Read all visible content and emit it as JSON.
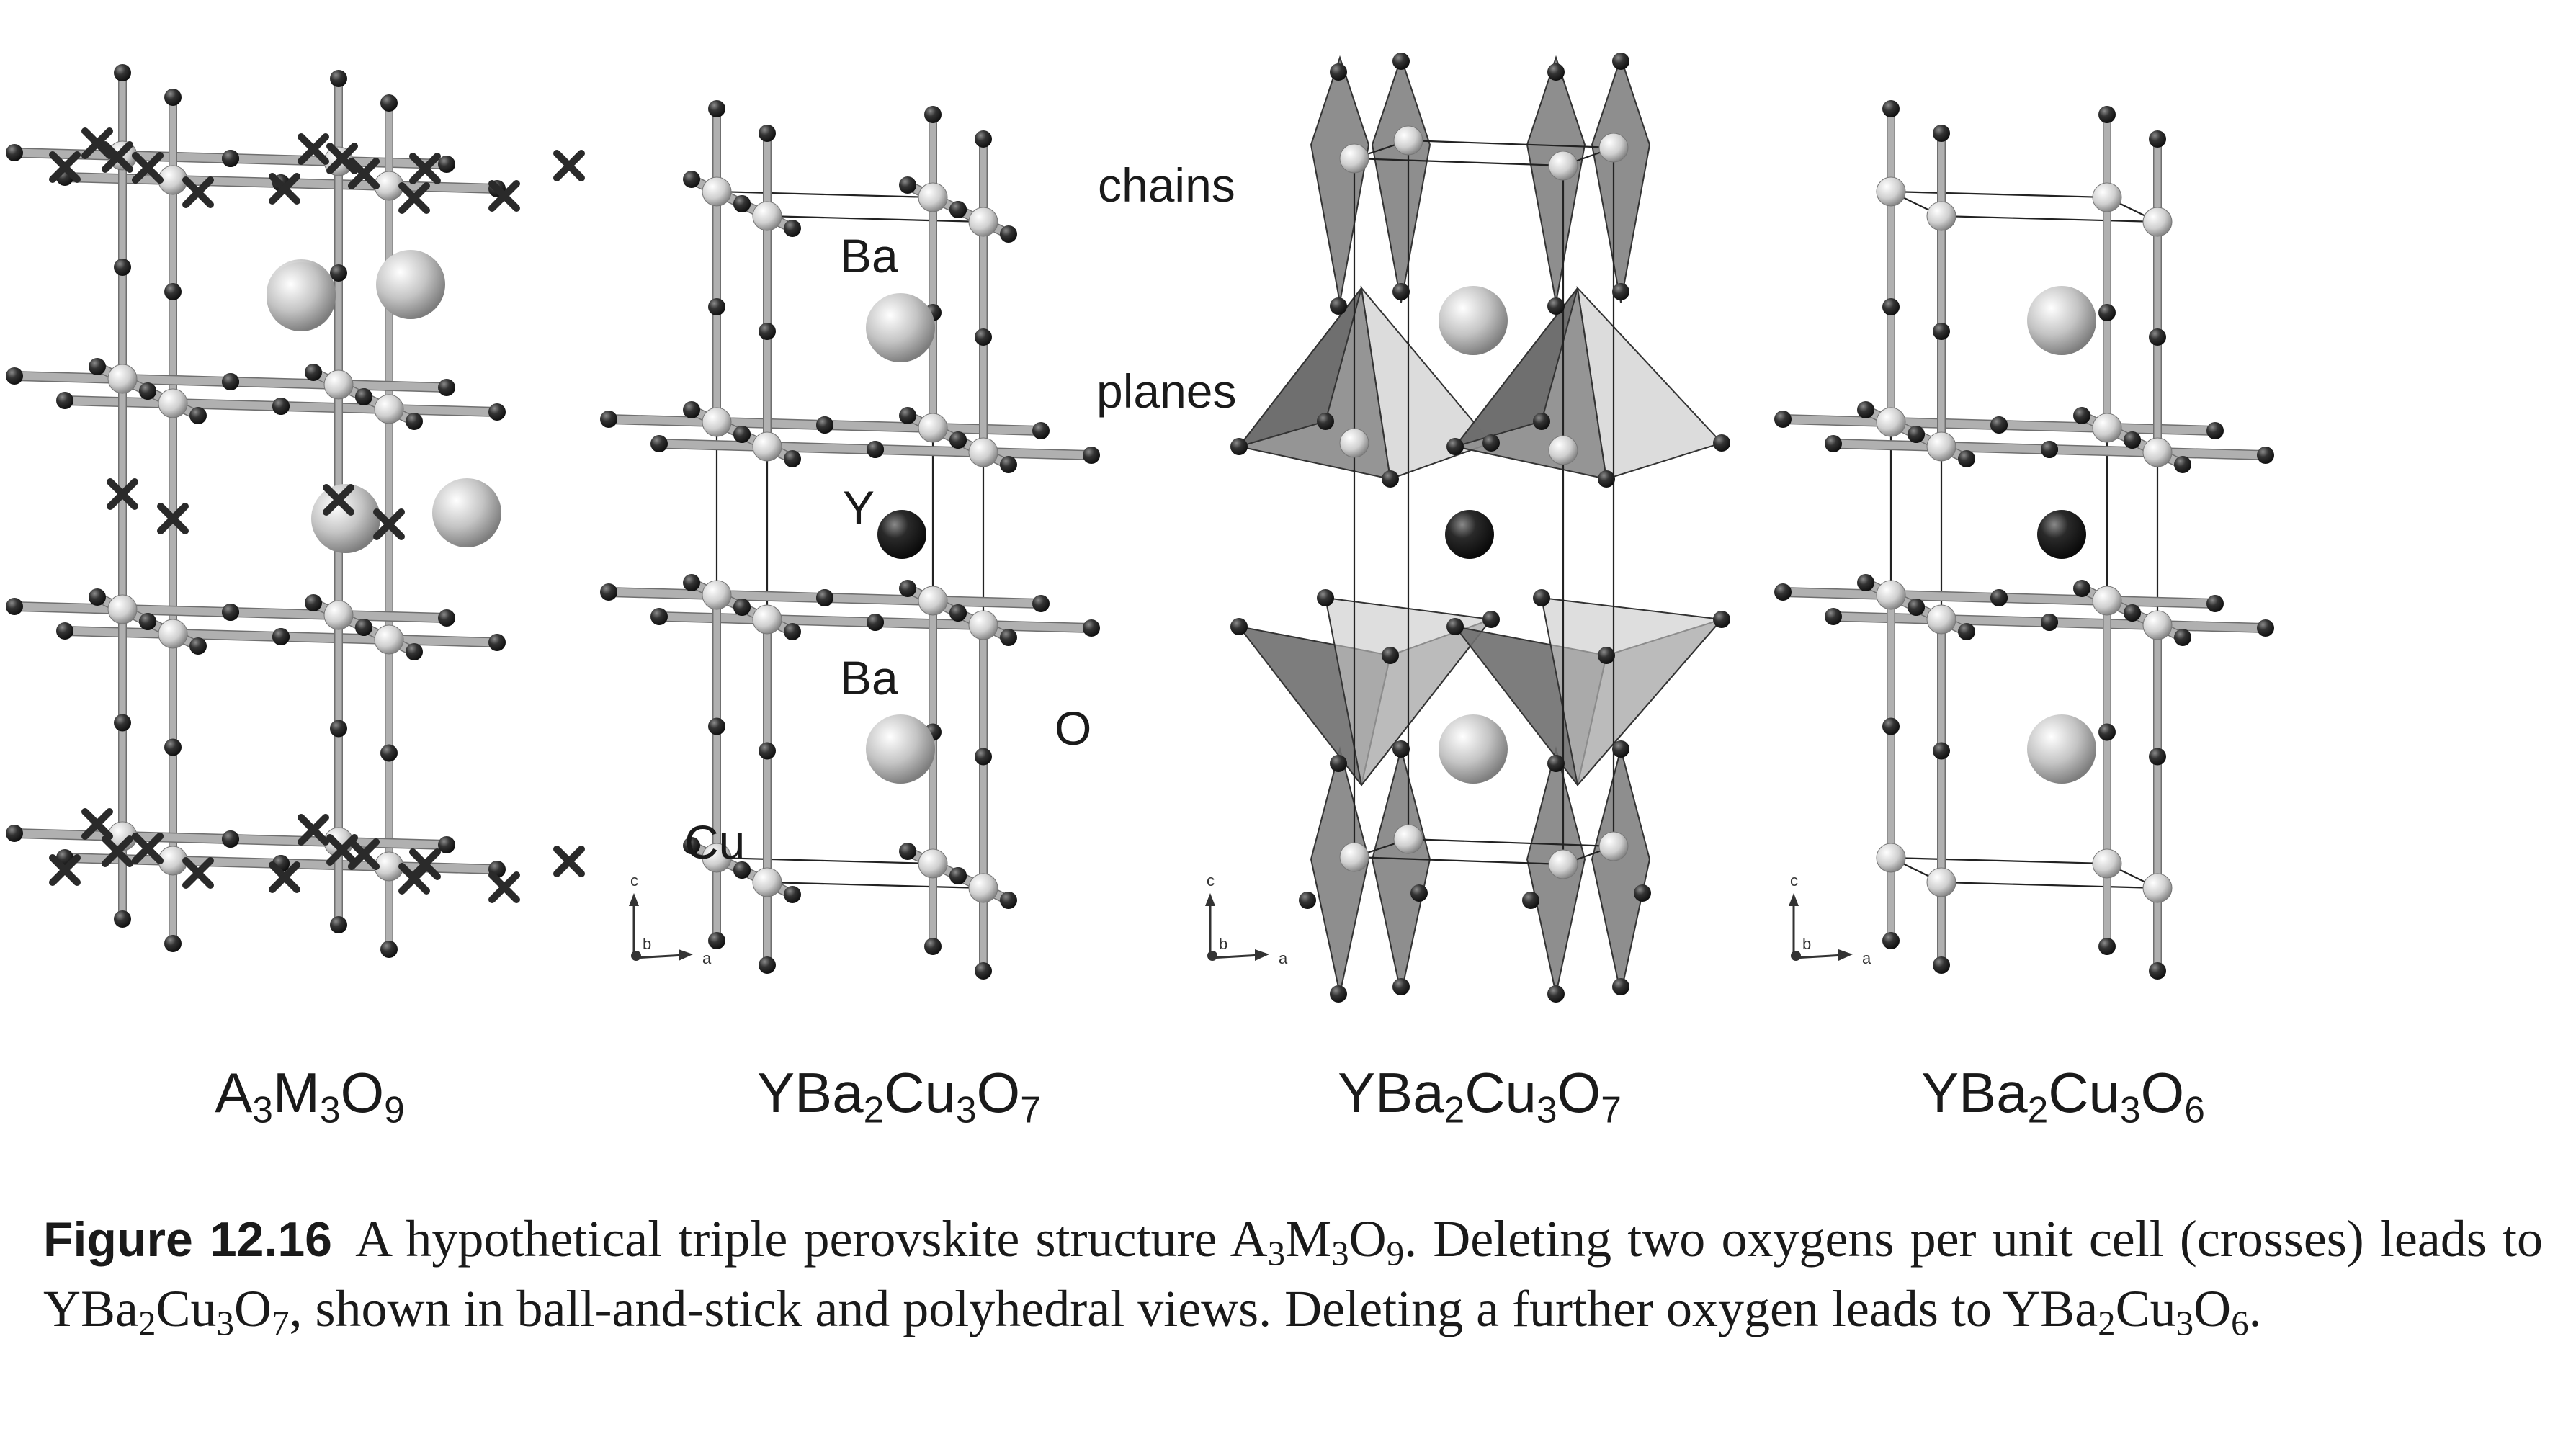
{
  "panels": [
    {
      "id": "panel-a3m3o9",
      "formula": [
        [
          "A",
          ""
        ],
        [
          "3",
          "sub"
        ],
        [
          "M",
          ""
        ],
        [
          "3",
          "sub"
        ],
        [
          "O",
          ""
        ],
        [
          "9",
          "sub"
        ]
      ]
    },
    {
      "id": "panel-ybco7-ball",
      "formula": [
        [
          "YBa",
          ""
        ],
        [
          "2",
          "sub"
        ],
        [
          "Cu",
          ""
        ],
        [
          "3",
          "sub"
        ],
        [
          "O",
          ""
        ],
        [
          "7",
          "sub"
        ]
      ]
    },
    {
      "id": "panel-ybco7-poly",
      "formula": [
        [
          "YBa",
          ""
        ],
        [
          "2",
          "sub"
        ],
        [
          "Cu",
          ""
        ],
        [
          "3",
          "sub"
        ],
        [
          "O",
          ""
        ],
        [
          "7",
          "sub"
        ]
      ]
    },
    {
      "id": "panel-ybco6",
      "formula": [
        [
          "YBa",
          ""
        ],
        [
          "2",
          "sub"
        ],
        [
          "Cu",
          ""
        ],
        [
          "3",
          "sub"
        ],
        [
          "O",
          ""
        ],
        [
          "6",
          "sub"
        ]
      ]
    }
  ],
  "labels": {
    "chains": "chains",
    "planes": "planes",
    "ba_top": "Ba",
    "y": "Y",
    "ba_bottom": "Ba",
    "o": "O",
    "cu": "Cu"
  },
  "axes": {
    "c": "c",
    "b": "b",
    "a": "a"
  },
  "caption": {
    "label": "Figure 12.16",
    "parts": [
      [
        " A hypothetical triple perovskite structure A",
        ""
      ],
      [
        "3",
        "sub"
      ],
      [
        "M",
        ""
      ],
      [
        "3",
        "sub"
      ],
      [
        "O",
        ""
      ],
      [
        "9",
        "sub"
      ],
      [
        ". Deleting two oxygens per unit cell (crosses) leads to YBa",
        ""
      ],
      [
        "2",
        "sub"
      ],
      [
        "Cu",
        ""
      ],
      [
        "3",
        "sub"
      ],
      [
        "O",
        ""
      ],
      [
        "7",
        "sub"
      ],
      [
        ", shown in ball-and-stick and polyhedral views. Deleting a further oxygen leads to YBa",
        ""
      ],
      [
        "2",
        "sub"
      ],
      [
        "Cu",
        ""
      ],
      [
        "3",
        "sub"
      ],
      [
        "O",
        ""
      ],
      [
        "6",
        "sub"
      ],
      [
        ".",
        ""
      ]
    ]
  },
  "colors": {
    "oxygen": "#2b2b2b",
    "copper": "#d9d9d9",
    "barium": "#c8c8c8",
    "yttrium": "#1e1e1e",
    "bond": "#b0b0b0",
    "polyhedron": "#7a7a7a",
    "cross": "#2a2a2a"
  }
}
